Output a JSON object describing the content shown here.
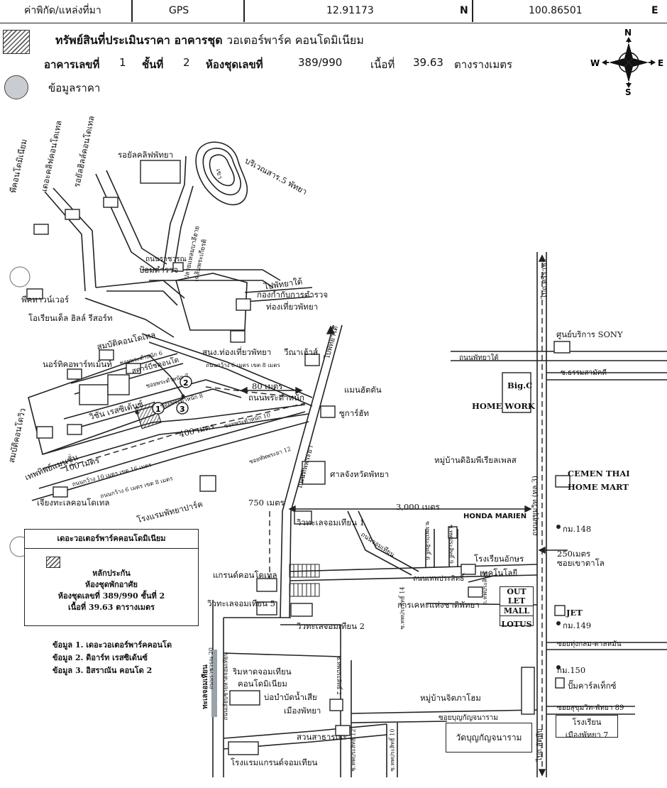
{
  "header": {
    "coord_label": "ค่าพิกัด/แหล่งที่มา",
    "source": "GPS",
    "lat": "12.91173",
    "lat_dir": "N",
    "lon": "100.86501",
    "lon_dir": "E"
  },
  "info": {
    "title_bold": "ทรัพย์สินที่ประเมินราคา",
    "title_type": "อาคารชุด",
    "title_name": "วอเตอร์พาร์ค คอนโดมิเนียม",
    "bldg_label": "อาคารเลขที่",
    "bldg_no": "1",
    "floor_label": "ชั้นที่",
    "floor_no": "2",
    "unit_label": "ห้องชุดเลขที่",
    "unit_no": "389/990",
    "area_label": "เนื้อที่",
    "area_value": "39.63",
    "area_unit": "ตางรางเมตร",
    "price_label": "ข้อมูลราคา"
  },
  "compass": {
    "n": "N",
    "s": "S",
    "e": "E",
    "w": "W"
  },
  "map": {
    "labels": {
      "royal_cliff": "รอยัลคลิฟพัทยา",
      "hill": "เขา",
      "park": "บริเวณสาร.5 พัทยา",
      "condo_a": "พีคอนโดมิเนียม",
      "condo_b": "เดอะคลิฟคอนโดเทล",
      "condo_c": "รอยัลฮิลล์คอนโดเทล",
      "road_main": "ถนนราชวรณ",
      "police": "ป้อมตำรวจ",
      "tower": "พีคทาวน์เวอร์",
      "orient": "โอเรียนเต็ล ฮิลล์ รีสอร์ท",
      "royal_park": "ปลายแหลมบาลีฮาย เฉลิมพระเกียรติ",
      "to_south": "ไปพัทยาใต้",
      "tourist_police": "กองกำกับการตำรวจ",
      "tourist_police2": "ท่องเที่ยวพัทยา",
      "tat": "สนง.ท่องเที่ยวพัทยา",
      "vimanhouse": "วีณาเฮ้าส์",
      "condo_d": "สมบัติคอนโดเทล",
      "north_park": "นอร์ทิคอพาร์ทเม้นท์",
      "star_beach": "สตาร์บีชคอนโด",
      "road_a": "ซอยพระตำหนัก 6",
      "road_b": "ซอยพระตำหนัก 7",
      "road_c": "ซอยพระตำหนัก 8",
      "width_a": "ถนนกว้าง 6 เมตร เขต 8 เมตร",
      "dist_80": "80 เมตร",
      "road_d": "ถนนพระตำหนัก",
      "vision": "วิชั่น เรสซิเด้นซ์",
      "dist_400": "400 เมตร",
      "road_e": "ซอยพระตำหนัก 10",
      "road_f": "ซอยทัพพระยา 12",
      "road_to_n": "ไปพัทยาใต้",
      "manhattan": "แมนฮัตตัน",
      "cc_tower": "ซูการ์ฮัท",
      "courthouse": "ศาลจังหวัดพัทยา",
      "dist_100": "100 เมตร",
      "width_b": "ถนนกว้าง 10 เมตร เขต 16 เมตร",
      "width_c": "ถนนกว้าง 6 เมตร เขต 8 เมตร",
      "condo_e": "สมบัติคอนโดวิว",
      "tap_place": "เทพทิพย์แมนชั่น",
      "jomtien_cc": "เจียงทะเลคอนโดเทล",
      "pattaya_park": "โรงแรมพัทยาปาร์ค",
      "dist_750": "750 เมตร",
      "thap_road": "ถนนทัพพระยา",
      "dist_3000": "3,000 เมตร",
      "view1": "วิวทะเลจอมเทียน 1",
      "jomtien_road": "ถนนจอมเทียน",
      "honda": "HONDA MARIEN",
      "sukhumvit": "ถนนสุขุมวิท (ทล.3)",
      "km148": "กม.148",
      "dist_250": "250เมตร",
      "soi_khao": "ซอยเขาตาโล",
      "north_rd": "ไปถ.ศรีราชา",
      "sony": "ศูนย์บริการ SONY",
      "pattaya_tai": "ถนนพัทยาใต้",
      "soi_dhamma": "ซ.ธรรมสามัคคี",
      "bigc": "Big.C",
      "homework": "HOME WORK",
      "premiere": "หมู่บ้านดิอิมพีเรียลเพลส",
      "cemen1": "CEMEN THAI",
      "cemen2": "HOME MART",
      "school": "โรงเรียนอักษร",
      "school2": "เทคโนโลยี",
      "grand": "แกรนด์คอนโดเทล",
      "thepprasit": "ถนนเทพประสิทธิ์",
      "view5": "วิวทะเลจอมเทียน 5",
      "tat2": "การเคหะแห่งชาติพัทยา",
      "outlet1": "OUT LET",
      "outlet2": "MALL",
      "lotus": "LOTUS",
      "view2": "วิวทะเลจอมเทียน 2",
      "jet": "JET",
      "km149": "กม.149",
      "soi_ta": "ซอยทุ่งกลม-ตาลหมัน",
      "beach_rd": "ทะเลจอมเทียน",
      "beach_rd2": "ถนนเลียบชายหาดจอมเทียน",
      "rimhad1": "ริมหาดจอมเทียน",
      "rimhad2": "คอนโดมิเนียม",
      "water1": "บ่อบำบัดน้ำเสีย",
      "water2": "เมืองพัทยา",
      "village": "หมู่บ้านจิตภาโฮม",
      "km150": "กม.150",
      "caltex": "ปั๊มคาร์ลเท็กซ์",
      "soi_bun": "ซอยบุญกัญจนาราม",
      "soi_89": "ซอยสุขุมวิท-พัทยา 89",
      "school_pt1": "โรงเรียน",
      "school_pt2": "เมืองพัทยา 7",
      "park_pub": "สวนสาธารณะ",
      "temple": "วัดบุญกัญจนาราม",
      "grand_jomtien": "โรงแรมแกรนด์จอมเทียน",
      "to_sattahip": "ไปถ.สัตหีบ",
      "sub_a": "ซ.ทพประสิทธิ์ 6",
      "sub_b": "ซ.ทพประสิทธิ์ 9",
      "sub_c": "ซ.ทพประสิทธิ์ 2",
      "sub_d": "ซ.ทพประสิทธิ์ 12",
      "sub_e": "ซ.ทพประสิทธิ์ 10",
      "sub_f": "ซ.ทพประสิทธิ์ 14",
      "sub_g": "ถนนราชวรณ 20",
      "jompr": "ถ.ทพประสิทธิ์",
      "n1": "1",
      "n2": "2",
      "n3": "3"
    },
    "legend": {
      "title": "เดอะวอเตอร์พาร์คคอนโดมิเนียม",
      "l1": "หลักประกัน",
      "l2": "ห้องชุดพักอาศัย",
      "l3": "ห้องชุดเลขที่ 389/990 ชั้นที่ 2",
      "l4": "เนื้อที่ 39.63 ตารางเมตร"
    },
    "notes": [
      "ข้อมูล 1. เดอะวอเตอร์พาร์คคอนโด",
      "ข้อมูล 2. ดิอาร์ท เรสซิเด้นซ์",
      "ข้อมูล 3. อิสราณัน คอนโด 2"
    ]
  }
}
